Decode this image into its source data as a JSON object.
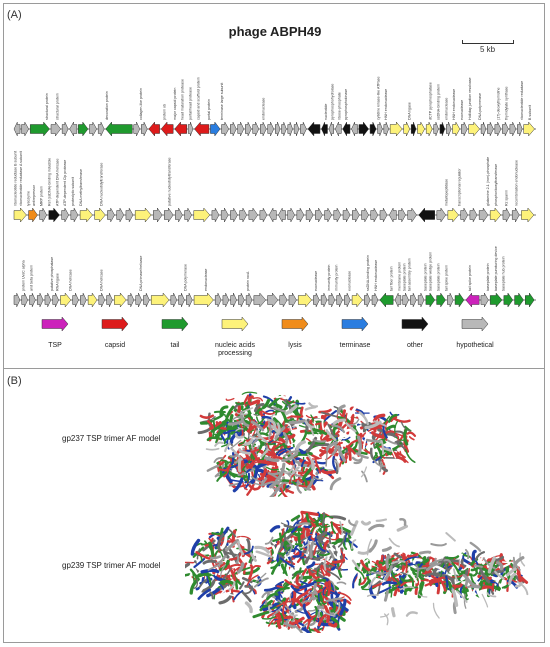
{
  "panel_a": {
    "label": "(A)",
    "title": "phage ABPH49",
    "scale_bar": "5 kb",
    "colors": {
      "TSP": "#cc22bb",
      "capsid": "#dd1b1b",
      "tail": "#1f9a2e",
      "nucleic": "#fdf27a",
      "lysis": "#f08c1a",
      "terminase": "#2a7de0",
      "other": "#111111",
      "hyp": "#b8b8b8"
    },
    "legend": [
      {
        "key": "TSP",
        "label": "TSP"
      },
      {
        "key": "capsid",
        "label": "capsid"
      },
      {
        "key": "tail",
        "label": "tail"
      },
      {
        "key": "nucleic",
        "label": "nucleic acids processing"
      },
      {
        "key": "lysis",
        "label": "lysis"
      },
      {
        "key": "terminase",
        "label": "terminase"
      },
      {
        "key": "other",
        "label": "other"
      },
      {
        "key": "hyp",
        "label": "hypothetical"
      }
    ],
    "rows": [
      {
        "genes": [
          [
            "hyp",
            0.5,
            0
          ],
          [
            "hyp",
            0.6,
            1
          ],
          [
            "tail",
            1.6,
            1
          ],
          [
            "hyp",
            0.8,
            1
          ],
          [
            "hyp",
            0.5,
            1
          ],
          [
            "hyp",
            0.6,
            0
          ],
          [
            "tail",
            0.8,
            1
          ],
          [
            "hyp",
            0.6,
            1
          ],
          [
            "hyp",
            0.5,
            1
          ],
          [
            "tail",
            2.2,
            0
          ],
          [
            "hyp",
            0.5,
            1
          ],
          [
            "hyp",
            0.5,
            1
          ],
          [
            "capsid",
            0.9,
            0
          ],
          [
            "capsid",
            1.0,
            0
          ],
          [
            "capsid",
            1.0,
            0
          ],
          [
            "hyp",
            0.4,
            1
          ],
          [
            "capsid",
            1.2,
            0
          ],
          [
            "terminase",
            0.8,
            1
          ],
          [
            "hyp",
            0.6,
            1
          ],
          [
            "hyp",
            0.5,
            1
          ],
          [
            "hyp",
            0.5,
            1
          ],
          [
            "hyp",
            0.5,
            1
          ],
          [
            "hyp",
            0.5,
            1
          ],
          [
            "hyp",
            0.5,
            1
          ],
          [
            "hyp",
            0.5,
            1
          ],
          [
            "hyp",
            0.4,
            1
          ],
          [
            "hyp",
            0.4,
            1
          ],
          [
            "hyp",
            0.4,
            1
          ],
          [
            "hyp",
            0.4,
            1
          ],
          [
            "hyp",
            0.5,
            1
          ],
          [
            "other",
            1.0,
            0
          ],
          [
            "other",
            0.5,
            0
          ],
          [
            "hyp",
            0.4,
            0
          ],
          [
            "hyp",
            0.5,
            0
          ],
          [
            "other",
            0.6,
            0
          ],
          [
            "hyp",
            0.5,
            0
          ],
          [
            "other",
            0.8,
            1
          ],
          [
            "other",
            0.5,
            1
          ],
          [
            "hyp",
            0.4,
            1
          ],
          [
            "hyp",
            0.4,
            1
          ],
          [
            "nucleic",
            1.0,
            1
          ],
          [
            "nucleic",
            0.5,
            1
          ],
          [
            "other",
            0.4,
            1
          ],
          [
            "nucleic",
            0.6,
            1
          ],
          [
            "nucleic",
            0.5,
            1
          ],
          [
            "hyp",
            0.4,
            1
          ],
          [
            "other",
            0.4,
            1
          ],
          [
            "hyp",
            0.4,
            1
          ],
          [
            "nucleic",
            0.6,
            1
          ],
          [
            "hyp",
            0.5,
            1
          ],
          [
            "nucleic",
            0.9,
            1
          ],
          [
            "hyp",
            0.4,
            1
          ],
          [
            "hyp",
            0.5,
            1
          ],
          [
            "hyp",
            0.5,
            1
          ],
          [
            "hyp",
            0.5,
            1
          ],
          [
            "hyp",
            0.5,
            1
          ],
          [
            "hyp",
            0.4,
            1
          ],
          [
            "nucleic",
            0.9,
            1
          ]
        ],
        "labels": [
          [
            0.065,
            "structural protein"
          ],
          [
            0.085,
            "structural protein"
          ],
          [
            0.18,
            "decoration protein"
          ],
          [
            0.245,
            "collagen-like protein"
          ],
          [
            0.29,
            "protein ob"
          ],
          [
            0.31,
            "major capsid protein"
          ],
          [
            0.325,
            "head maturation protease"
          ],
          [
            0.34,
            "portal/head protease"
          ],
          [
            0.355,
            "capsid and scaffold protein"
          ],
          [
            0.375,
            "portal protein"
          ],
          [
            0.4,
            "terminase large subunit"
          ],
          [
            0.48,
            "endonuclease"
          ],
          [
            0.6,
            "nucleotide"
          ],
          [
            0.612,
            "pyrophosphohydrolase"
          ],
          [
            0.625,
            "ribose-phosphate"
          ],
          [
            0.638,
            "pyrophosphokinase"
          ],
          [
            0.7,
            "cytidine kinase-like ATPase"
          ],
          [
            0.715,
            "HNH endonuclease"
          ],
          [
            0.76,
            "DNA ligase"
          ],
          [
            0.8,
            "dCTP pyrophosphatase"
          ],
          [
            0.815,
            "ssDNA-binding protein"
          ],
          [
            0.83,
            "endonuclease"
          ],
          [
            0.845,
            "HNH endonuclease"
          ],
          [
            0.86,
            "exonuclease"
          ],
          [
            0.875,
            "Holliday junction resolvase"
          ],
          [
            0.895,
            "DNA polymerase"
          ],
          [
            0.93,
            "(17)-deoxythymidine"
          ],
          [
            0.945,
            "thymidylate synthase"
          ],
          [
            0.975,
            "ribonucleotide reductase"
          ],
          [
            0.99,
            "B subunit"
          ]
        ]
      },
      {
        "genes": [
          [
            "nucleic",
            0.7,
            1
          ],
          [
            "lysis",
            0.5,
            1
          ],
          [
            "hyp",
            0.4,
            1
          ],
          [
            "other",
            0.6,
            1
          ],
          [
            "hyp",
            0.4,
            1
          ],
          [
            "hyp",
            0.4,
            1
          ],
          [
            "nucleic",
            0.7,
            1
          ],
          [
            "nucleic",
            0.6,
            1
          ],
          [
            "hyp",
            0.4,
            1
          ],
          [
            "hyp",
            0.4,
            1
          ],
          [
            "hyp",
            0.4,
            1
          ],
          [
            "nucleic",
            0.9,
            1
          ],
          [
            "hyp",
            0.5,
            1
          ],
          [
            "hyp",
            0.5,
            1
          ],
          [
            "hyp",
            0.4,
            1
          ],
          [
            "hyp",
            0.4,
            1
          ],
          [
            "nucleic",
            0.9,
            1
          ],
          [
            "hyp",
            0.4,
            1
          ],
          [
            "hyp",
            0.4,
            1
          ],
          [
            "hyp",
            0.4,
            1
          ],
          [
            "hyp",
            0.4,
            1
          ],
          [
            "hyp",
            0.5,
            1
          ],
          [
            "hyp",
            0.4,
            1
          ],
          [
            "hyp",
            0.4,
            0
          ],
          [
            "hyp",
            0.4,
            0
          ],
          [
            "hyp",
            0.4,
            1
          ],
          [
            "hyp",
            0.4,
            1
          ],
          [
            "hyp",
            0.4,
            1
          ],
          [
            "hyp",
            0.4,
            1
          ],
          [
            "hyp",
            0.4,
            1
          ],
          [
            "hyp",
            0.4,
            1
          ],
          [
            "hyp",
            0.4,
            1
          ],
          [
            "hyp",
            0.4,
            1
          ],
          [
            "hyp",
            0.4,
            1
          ],
          [
            "hyp",
            0.4,
            1
          ],
          [
            "hyp",
            0.4,
            1
          ],
          [
            "hyp",
            0.4,
            0
          ],
          [
            "hyp",
            0.4,
            1
          ],
          [
            "hyp",
            0.5,
            1
          ],
          [
            "other",
            0.9,
            0
          ],
          [
            "hyp",
            0.5,
            1
          ],
          [
            "nucleic",
            0.6,
            1
          ],
          [
            "hyp",
            0.4,
            1
          ],
          [
            "hyp",
            0.4,
            1
          ],
          [
            "hyp",
            0.5,
            1
          ],
          [
            "nucleic",
            0.6,
            1
          ],
          [
            "hyp",
            0.4,
            1
          ],
          [
            "hyp",
            0.4,
            1
          ],
          [
            "nucleic",
            0.7,
            1
          ]
        ],
        "labels": [
          [
            0.005,
            "ribonucleotide reductase B subunit"
          ],
          [
            0.015,
            "ribonucleotide reductase A subunit"
          ],
          [
            0.03,
            "lysozyme"
          ],
          [
            0.04,
            "antirepressor"
          ],
          [
            0.055,
            "MRP protein"
          ],
          [
            0.07,
            "Ref (ssDNA)-binding inducible"
          ],
          [
            0.085,
            "ATP-dependent DNA helicase"
          ],
          [
            0.1,
            "ATP-dependent Clp protease"
          ],
          [
            0.115,
            "proteolytic subunit"
          ],
          [
            0.13,
            "DNA methyltransferase"
          ],
          [
            0.17,
            "DNA nucleotidyltransferase"
          ],
          [
            0.3,
            "putative nucleotidyltransferase"
          ],
          [
            0.83,
            "metallopeptidase"
          ],
          [
            0.855,
            "transcriptional regulator"
          ],
          [
            0.91,
            "glutamine 2-1 (iron)-phosphate"
          ],
          [
            0.925,
            "phosphoribosyltransferase"
          ],
          [
            0.945,
            "Rz spanin"
          ],
          [
            0.965,
            "recombination endonuclease"
          ]
        ]
      },
      {
        "genes": [
          [
            "hyp",
            0.4,
            1
          ],
          [
            "hyp",
            0.4,
            1
          ],
          [
            "hyp",
            0.4,
            1
          ],
          [
            "hyp",
            0.4,
            1
          ],
          [
            "hyp",
            0.4,
            1
          ],
          [
            "hyp",
            0.4,
            1
          ],
          [
            "nucleic",
            0.7,
            1
          ],
          [
            "hyp",
            0.4,
            1
          ],
          [
            "hyp",
            0.4,
            1
          ],
          [
            "nucleic",
            0.6,
            1
          ],
          [
            "hyp",
            0.4,
            1
          ],
          [
            "hyp",
            0.4,
            1
          ],
          [
            "nucleic",
            0.8,
            1
          ],
          [
            "hyp",
            0.4,
            1
          ],
          [
            "hyp",
            0.4,
            1
          ],
          [
            "hyp",
            0.4,
            1
          ],
          [
            "nucleic",
            1.2,
            1
          ],
          [
            "hyp",
            0.4,
            1
          ],
          [
            "hyp",
            0.4,
            1
          ],
          [
            "hyp",
            0.4,
            1
          ],
          [
            "nucleic",
            1.3,
            1
          ],
          [
            "hyp",
            0.4,
            1
          ],
          [
            "hyp",
            0.4,
            1
          ],
          [
            "hyp",
            0.4,
            1
          ],
          [
            "hyp",
            0.4,
            1
          ],
          [
            "hyp",
            0.4,
            1
          ],
          [
            "hyp",
            0.8,
            1
          ],
          [
            "hyp",
            0.7,
            1
          ],
          [
            "hyp",
            0.5,
            1
          ],
          [
            "hyp",
            0.5,
            1
          ],
          [
            "nucleic",
            0.9,
            1
          ],
          [
            "hyp",
            0.4,
            1
          ],
          [
            "hyp",
            0.4,
            1
          ],
          [
            "hyp",
            0.4,
            1
          ],
          [
            "hyp",
            0.4,
            1
          ],
          [
            "hyp",
            0.4,
            1
          ],
          [
            "nucleic",
            0.7,
            1
          ],
          [
            "hyp",
            0.4,
            1
          ],
          [
            "hyp",
            0.4,
            1
          ],
          [
            "tail",
            0.9,
            0
          ],
          [
            "hyp",
            0.4,
            0
          ],
          [
            "hyp",
            0.4,
            1
          ],
          [
            "hyp",
            0.4,
            1
          ],
          [
            "hyp",
            0.4,
            1
          ],
          [
            "tail",
            0.6,
            1
          ],
          [
            "tail",
            0.6,
            1
          ],
          [
            "hyp",
            0.4,
            1
          ],
          [
            "tail",
            0.6,
            1
          ],
          [
            "TSP",
            0.9,
            0
          ],
          [
            "hyp",
            0.5,
            1
          ],
          [
            "tail",
            0.8,
            1
          ],
          [
            "tail",
            0.6,
            1
          ],
          [
            "tail",
            0.6,
            1
          ],
          [
            "tail",
            0.6,
            1
          ]
        ],
        "labels": [
          [
            0.02,
            "protein UvsC alpha"
          ],
          [
            0.035,
            "and beta protein"
          ],
          [
            0.075,
            "putative phosphatase"
          ],
          [
            0.085,
            "RNA ligase"
          ],
          [
            0.11,
            "DNA helicase"
          ],
          [
            0.17,
            "DNA helicase"
          ],
          [
            0.245,
            "DNA primase/helicase"
          ],
          [
            0.33,
            "DNA polymerase"
          ],
          [
            0.37,
            "endonuclease"
          ],
          [
            0.45,
            "protein rocA"
          ],
          [
            0.58,
            "exonuclease"
          ],
          [
            0.605,
            "immunity protein"
          ],
          [
            0.62,
            "immunity protein"
          ],
          [
            0.645,
            "exonuclease"
          ],
          [
            0.68,
            "ssDNA-binding protein"
          ],
          [
            0.695,
            "HNH endonuclease"
          ],
          [
            0.725,
            "tail fiber protein"
          ],
          [
            0.74,
            "membrane protein"
          ],
          [
            0.75,
            "baseplate protein"
          ],
          [
            0.76,
            "tail assembly protein"
          ],
          [
            0.79,
            "baseplate protein"
          ],
          [
            0.8,
            "baseplate wedge protein"
          ],
          [
            0.815,
            "baseplate protein"
          ],
          [
            0.83,
            "tail spike protein"
          ],
          [
            0.875,
            "tail spike protein"
          ],
          [
            0.91,
            "baseplate protein"
          ],
          [
            0.925,
            "baseplate puncturing device"
          ],
          [
            0.94,
            "baseplate hub protein"
          ]
        ]
      }
    ]
  },
  "panel_b": {
    "label": "(B)",
    "model1_label": "gp237 TSP trimer AF model",
    "model2_label": "gp239 TSP trimer AF model"
  }
}
